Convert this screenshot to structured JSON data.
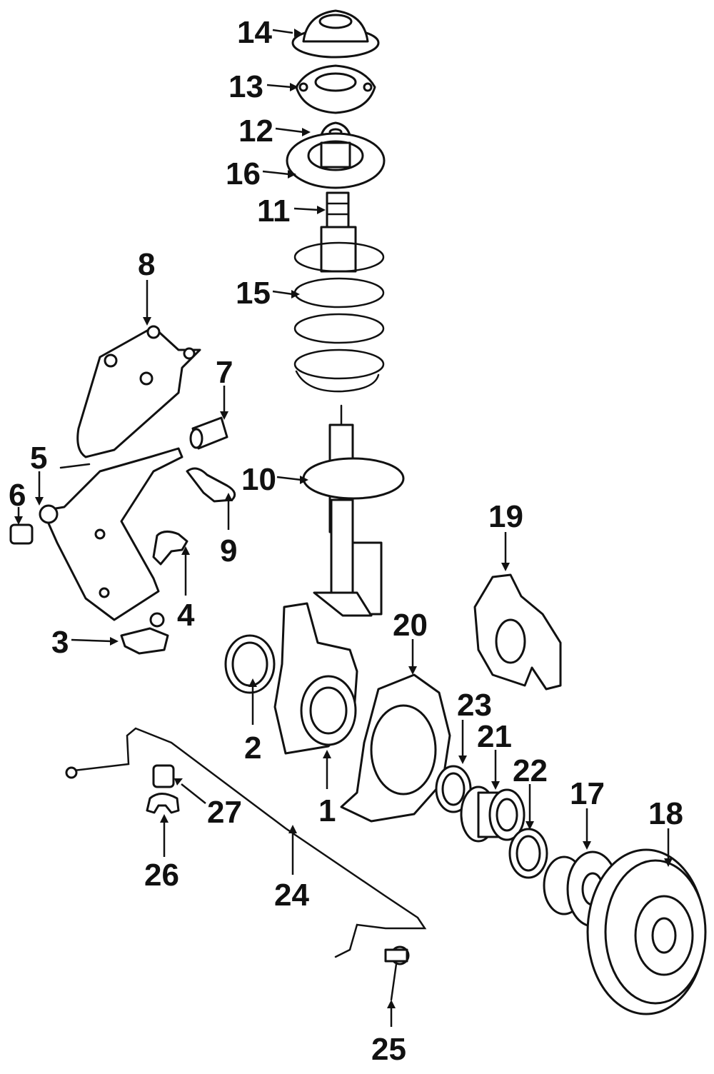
{
  "callouts": [
    {
      "id": "14",
      "text": "14"
    },
    {
      "id": "13",
      "text": "13"
    },
    {
      "id": "12",
      "text": "12"
    },
    {
      "id": "16",
      "text": "16"
    },
    {
      "id": "11",
      "text": "11"
    },
    {
      "id": "8",
      "text": "8"
    },
    {
      "id": "15",
      "text": "15"
    },
    {
      "id": "7",
      "text": "7"
    },
    {
      "id": "5",
      "text": "5"
    },
    {
      "id": "6",
      "text": "6"
    },
    {
      "id": "10",
      "text": "10"
    },
    {
      "id": "19",
      "text": "19"
    },
    {
      "id": "9",
      "text": "9"
    },
    {
      "id": "4",
      "text": "4"
    },
    {
      "id": "3",
      "text": "3"
    },
    {
      "id": "20",
      "text": "20"
    },
    {
      "id": "23",
      "text": "23"
    },
    {
      "id": "21",
      "text": "21"
    },
    {
      "id": "2",
      "text": "2"
    },
    {
      "id": "22",
      "text": "22"
    },
    {
      "id": "17",
      "text": "17"
    },
    {
      "id": "18",
      "text": "18"
    },
    {
      "id": "27",
      "text": "27"
    },
    {
      "id": "1",
      "text": "1"
    },
    {
      "id": "26",
      "text": "26"
    },
    {
      "id": "24",
      "text": "24"
    },
    {
      "id": "25",
      "text": "25"
    }
  ]
}
